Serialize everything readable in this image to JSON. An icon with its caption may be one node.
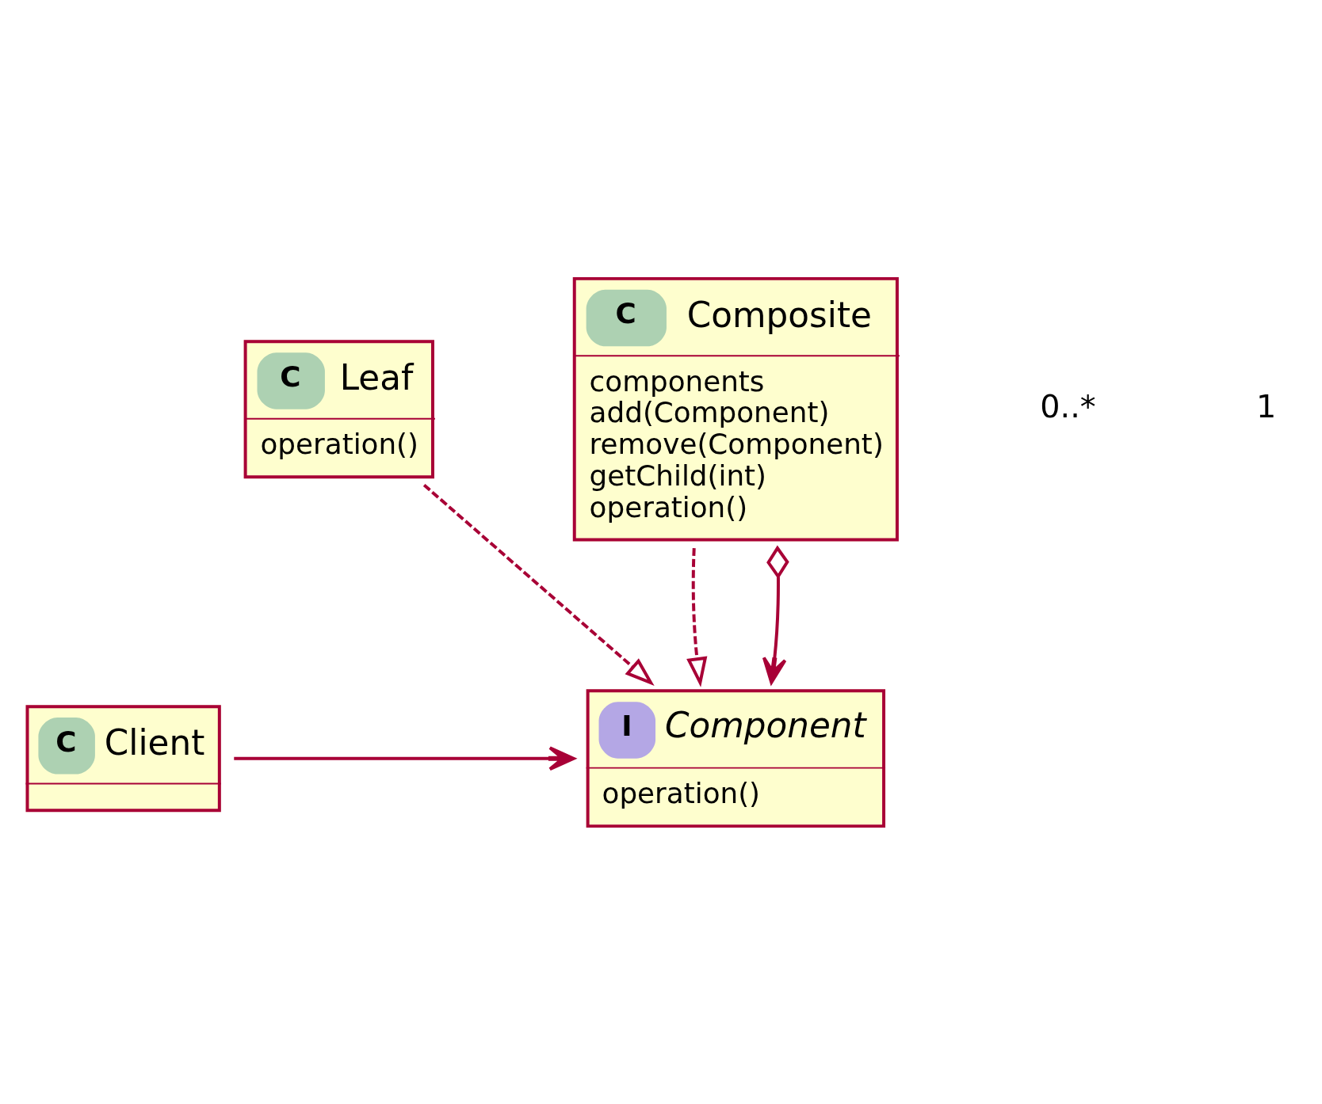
{
  "diagram": {
    "nodes": [
      {
        "text": [
          "C",
          "Client"
        ]
      },
      {
        "text": [
          "I",
          "Component",
          "operation()"
        ]
      },
      {
        "text": [
          "C",
          "Leaf",
          "operation()"
        ]
      },
      {
        "text": [
          "C",
          "Composite",
          "components",
          "add(Component)",
          "remove(Component)",
          "getChild(int)",
          "operation()"
        ]
      }
    ],
    "edges": [
      {
        "from": 0,
        "to": 1,
        "arrow": "to"
      },
      {
        "from": 2,
        "to": 1,
        "arrow": "to",
        "style": "dashed"
      },
      {
        "from": 3,
        "to": 1,
        "arrow": "to",
        "style": "dashed"
      },
      {
        "from": 3,
        "to": 1,
        "arrow": "to"
      }
    ],
    "labels": [
      "0..*",
      "1"
    ]
  }
}
